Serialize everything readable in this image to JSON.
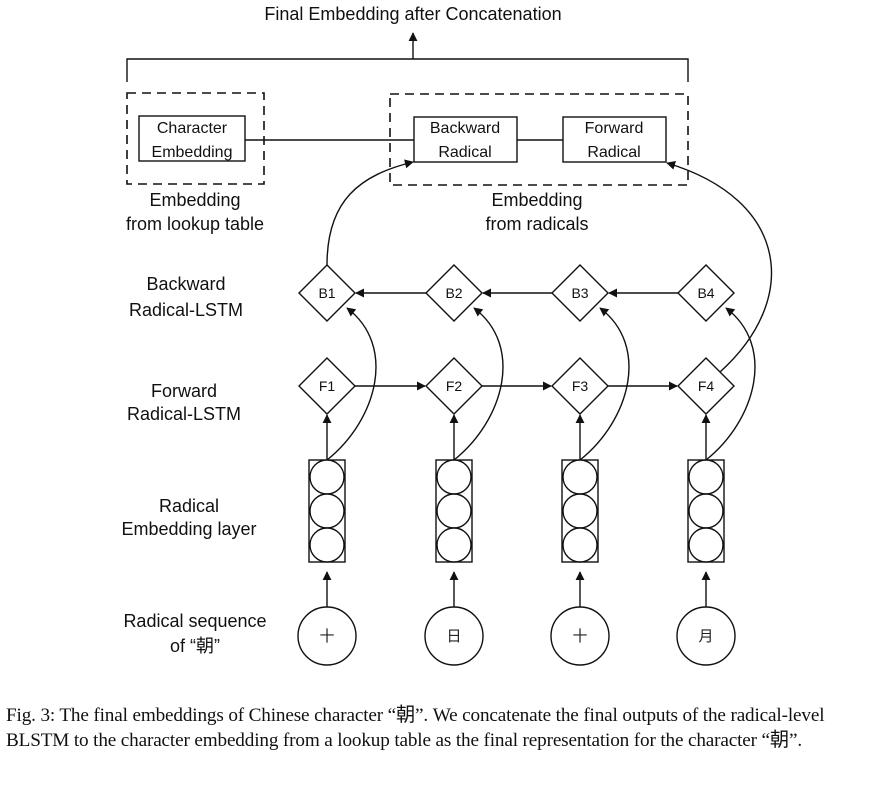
{
  "title": "Final Embedding after Concatenation",
  "groups": {
    "lookup": {
      "caption_line1": "Embedding",
      "caption_line2": "from lookup table",
      "box": {
        "line1": "Character",
        "line2": "Embedding"
      }
    },
    "radicals": {
      "caption_line1": "Embedding",
      "caption_line2": "from radicals",
      "backward_box": {
        "line1": "Backward",
        "line2": "Radical"
      },
      "forward_box": {
        "line1": "Forward",
        "line2": "Radical"
      }
    }
  },
  "row_labels": {
    "backward": {
      "line1": "Backward",
      "line2": "Radical-LSTM"
    },
    "forward": {
      "line1": "Forward",
      "line2": "Radical-LSTM"
    },
    "embedding": {
      "line1": "Radical",
      "line2": "Embedding layer"
    },
    "sequence": {
      "line1": "Radical sequence",
      "line2": "of “朝”"
    }
  },
  "backward_nodes": [
    "B1",
    "B2",
    "B3",
    "B4"
  ],
  "forward_nodes": [
    "F1",
    "F2",
    "F3",
    "F4"
  ],
  "radicals": [
    "十",
    "日",
    "十",
    "月"
  ],
  "embedding_cells_per_radical": 3,
  "caption": "Fig. 3: The final embeddings of Chinese character “朝”. We concatenate the final outputs of the radical-level BLSTM to the character embedding from a lookup table as the final representation for the character “朝”."
}
